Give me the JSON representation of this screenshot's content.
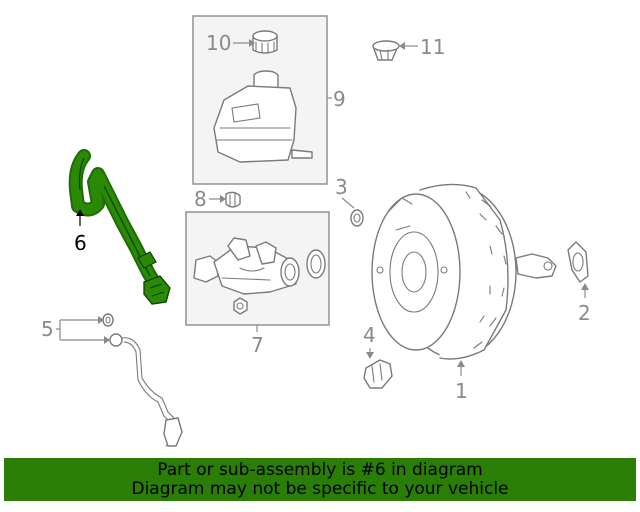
{
  "callouts": {
    "c1": "1",
    "c2": "2",
    "c3": "3",
    "c4": "4",
    "c5": "5",
    "c6": "6",
    "c7": "7",
    "c8": "8",
    "c9": "9",
    "c10": "10",
    "c11": "11"
  },
  "highlight": {
    "part_number": "6",
    "color": "#2a7d05"
  },
  "banner": {
    "line1": "Part or sub-assembly is #6 in diagram",
    "line2": "Diagram may not be specific to your vehicle"
  },
  "colors": {
    "line": "#7a7a7a",
    "callout": "#8a8a8a",
    "banner_bg": "#2a7d05"
  }
}
